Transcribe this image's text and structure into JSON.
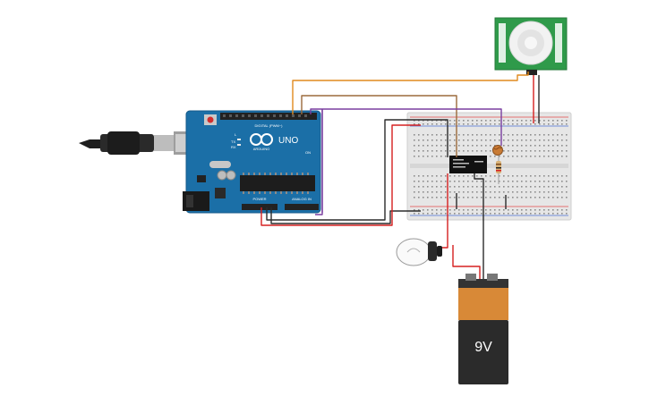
{
  "arduino": {
    "model_label": "UNO",
    "brand_label": "ARDUINO",
    "digital_header_label": "DIGITAL (PWM~)",
    "power_label": "POWER",
    "analog_label": "ANALOG IN",
    "pin_labels": [
      "TX",
      "RX",
      "L",
      "ON"
    ]
  },
  "battery": {
    "voltage_label": "9V"
  },
  "colors": {
    "arduino_board": "#1b6fa7",
    "breadboard": "#e6e6e6",
    "wire_orange": "#e08a1e",
    "wire_brown": "#9b6a3b",
    "wire_purple": "#7a3fa0",
    "wire_black": "#2b2b2b",
    "wire_red": "#d62020",
    "battery_top": "#d88937",
    "battery_body": "#2b2b2b",
    "pir_board": "#2f9a4a"
  },
  "components": [
    "arduino-uno",
    "usb-cable",
    "breadboard",
    "pir-sensor",
    "relay-module",
    "photoresistor",
    "resistor",
    "light-bulb",
    "9v-battery"
  ]
}
